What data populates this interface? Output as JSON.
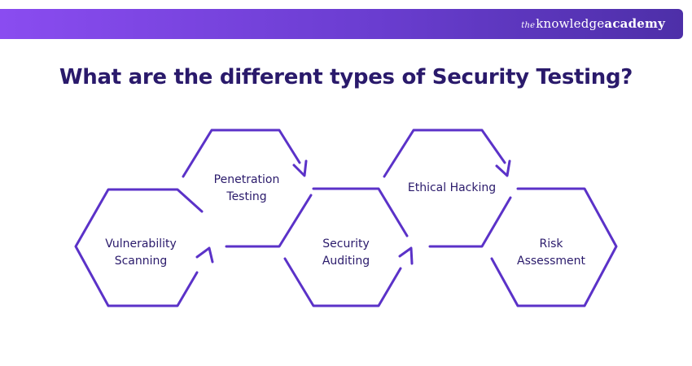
{
  "brand": {
    "prefix": "the",
    "knowledge": "knowledge",
    "academy": "academy"
  },
  "title": "What are the different types of Security Testing?",
  "accent_color": "#5b32c8",
  "nodes": [
    {
      "id": "vulnerability-scanning",
      "lines": [
        "Vulnerability",
        "Scanning"
      ]
    },
    {
      "id": "penetration-testing",
      "lines": [
        "Penetration",
        "Testing"
      ]
    },
    {
      "id": "security-auditing",
      "lines": [
        "Security",
        "Auditing"
      ]
    },
    {
      "id": "ethical-hacking",
      "lines": [
        "Ethical Hacking"
      ]
    },
    {
      "id": "risk-assessment",
      "lines": [
        "Risk",
        "Assessment"
      ]
    }
  ]
}
